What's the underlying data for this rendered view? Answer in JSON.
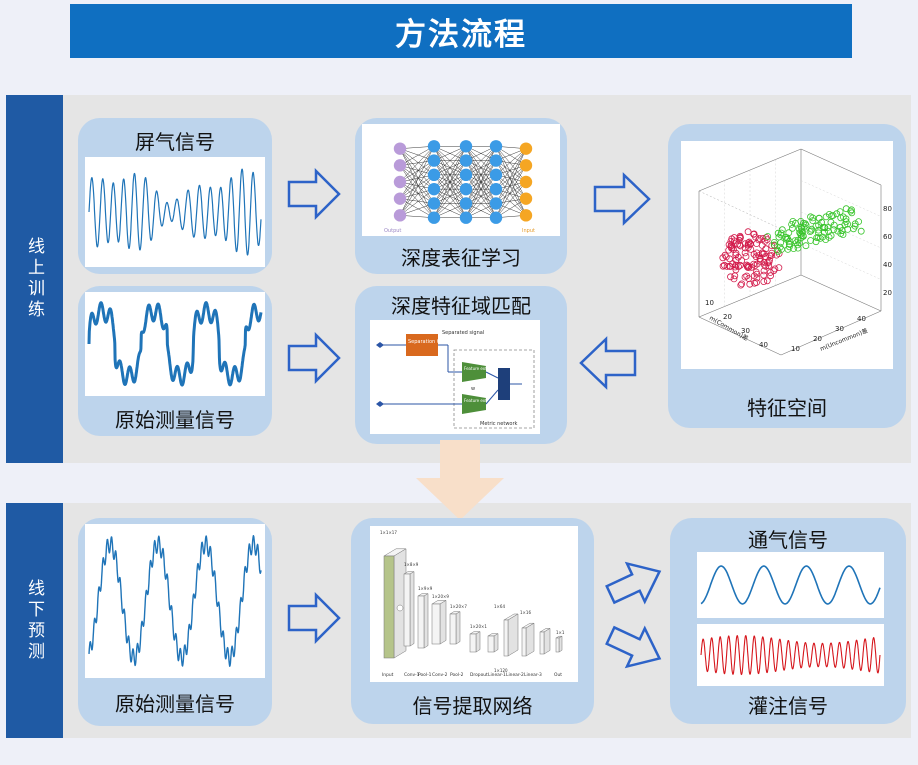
{
  "title": "方法流程",
  "sections": {
    "online_training": "线上训练",
    "offline_prediction": "线下预测"
  },
  "training": {
    "breath_signal": "屏气信号",
    "raw_signal": "原始测量信号",
    "deep_representation": "深度表征学习",
    "feature_domain_match": "深度特征域匹配",
    "feature_space": "特征空间",
    "nn_output_label": "Output",
    "nn_input_label": "Input",
    "match_diagram": {
      "separation": "Separation\nCNN",
      "separated_signal": "Separated\nsignal",
      "feature_cnn_1": "Feature\nextraction\nCNN",
      "feature_cnn_2": "Feature\nextraction\nCNN",
      "w_symbol": "w",
      "metric_network": "Metric network"
    },
    "scatter_axes": {
      "x_label": "m(Common)差",
      "y_label": "m(Uncommon)差",
      "ticks_z": [
        "80",
        "60",
        "40",
        "20"
      ],
      "ticks_x": [
        "10",
        "20",
        "30",
        "40"
      ],
      "ticks_y": [
        "10",
        "20",
        "30",
        "40"
      ]
    }
  },
  "prediction": {
    "raw_signal": "原始测量信号",
    "extraction_network": "信号提取网络",
    "ventilation": "通气信号",
    "perfusion": "灌注信号",
    "layers": [
      "Input",
      "Conv-1",
      "Pool-1",
      "Conv-2",
      "Pool-2",
      "Dropout",
      "Linear-1",
      "Linear-2",
      "Linear-3",
      "Out"
    ],
    "dims": [
      "1×1×17",
      "1×8×9",
      "1×9×9",
      "1×20×9",
      "1×20×7",
      "1×20×1",
      "1×64",
      "1×16",
      "1×120",
      "1×1"
    ]
  },
  "colors": {
    "accent": "#0f6fc1",
    "side": "#1f5aa4",
    "card": "#bdd4ec",
    "signal_blue": "#1f74b8",
    "perfusion_red": "#d6161c",
    "arrow_outline": "#2d63c8"
  }
}
